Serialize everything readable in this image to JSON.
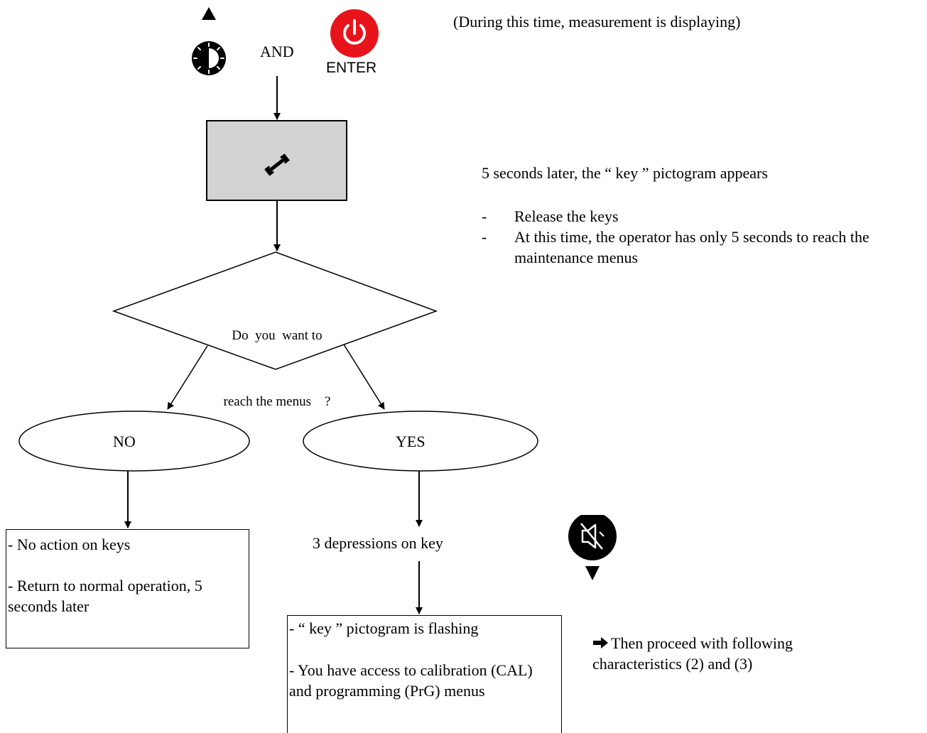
{
  "top": {
    "and_label": "AND",
    "enter_label": "ENTER",
    "note": "(During this time, measurement is displaying)"
  },
  "display_box": {
    "icon": "wrench-icon",
    "fill": "#d3d3d3"
  },
  "right_notes": {
    "key_appears": "5 seconds later, the “ key ” pictogram appears",
    "items": [
      "Release the keys",
      "At this time, the operator has only 5 seconds to reach the maintenance menus"
    ]
  },
  "decision": {
    "line1": "Do  you  want to",
    "line2": "reach the menus    ?"
  },
  "no_branch": {
    "label": "NO",
    "box_line1": "- No action on keys",
    "box_line2": "- Return to normal operation, 5 seconds later"
  },
  "yes_branch": {
    "label": "YES",
    "step": "3 depressions on key",
    "box_line1": "- “ key ” pictogram is flashing",
    "box_line2": "- You have access to calibration (CAL) and programming (PrG) menus"
  },
  "proceed_note": "Then proceed with following characteristics (2) and (3)",
  "colors": {
    "power_button": "#e8141c",
    "display_fill": "#d3d3d3"
  }
}
